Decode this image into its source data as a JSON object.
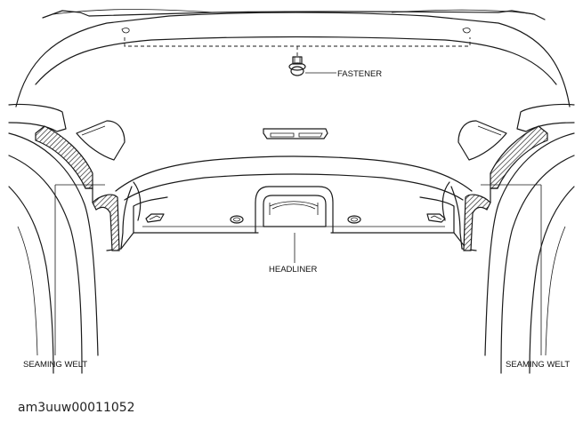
{
  "labels": {
    "fastener": "FASTENER",
    "headliner": "HEADLINER",
    "seaming_welt_left": "SEAMING WELT",
    "seaming_welt_right": "SEAMING WELT"
  },
  "figure_code": "am3uuw00011052",
  "icons": {
    "fastener": "push-pin-fastener-icon",
    "lamp": "map-lamp-icon"
  }
}
